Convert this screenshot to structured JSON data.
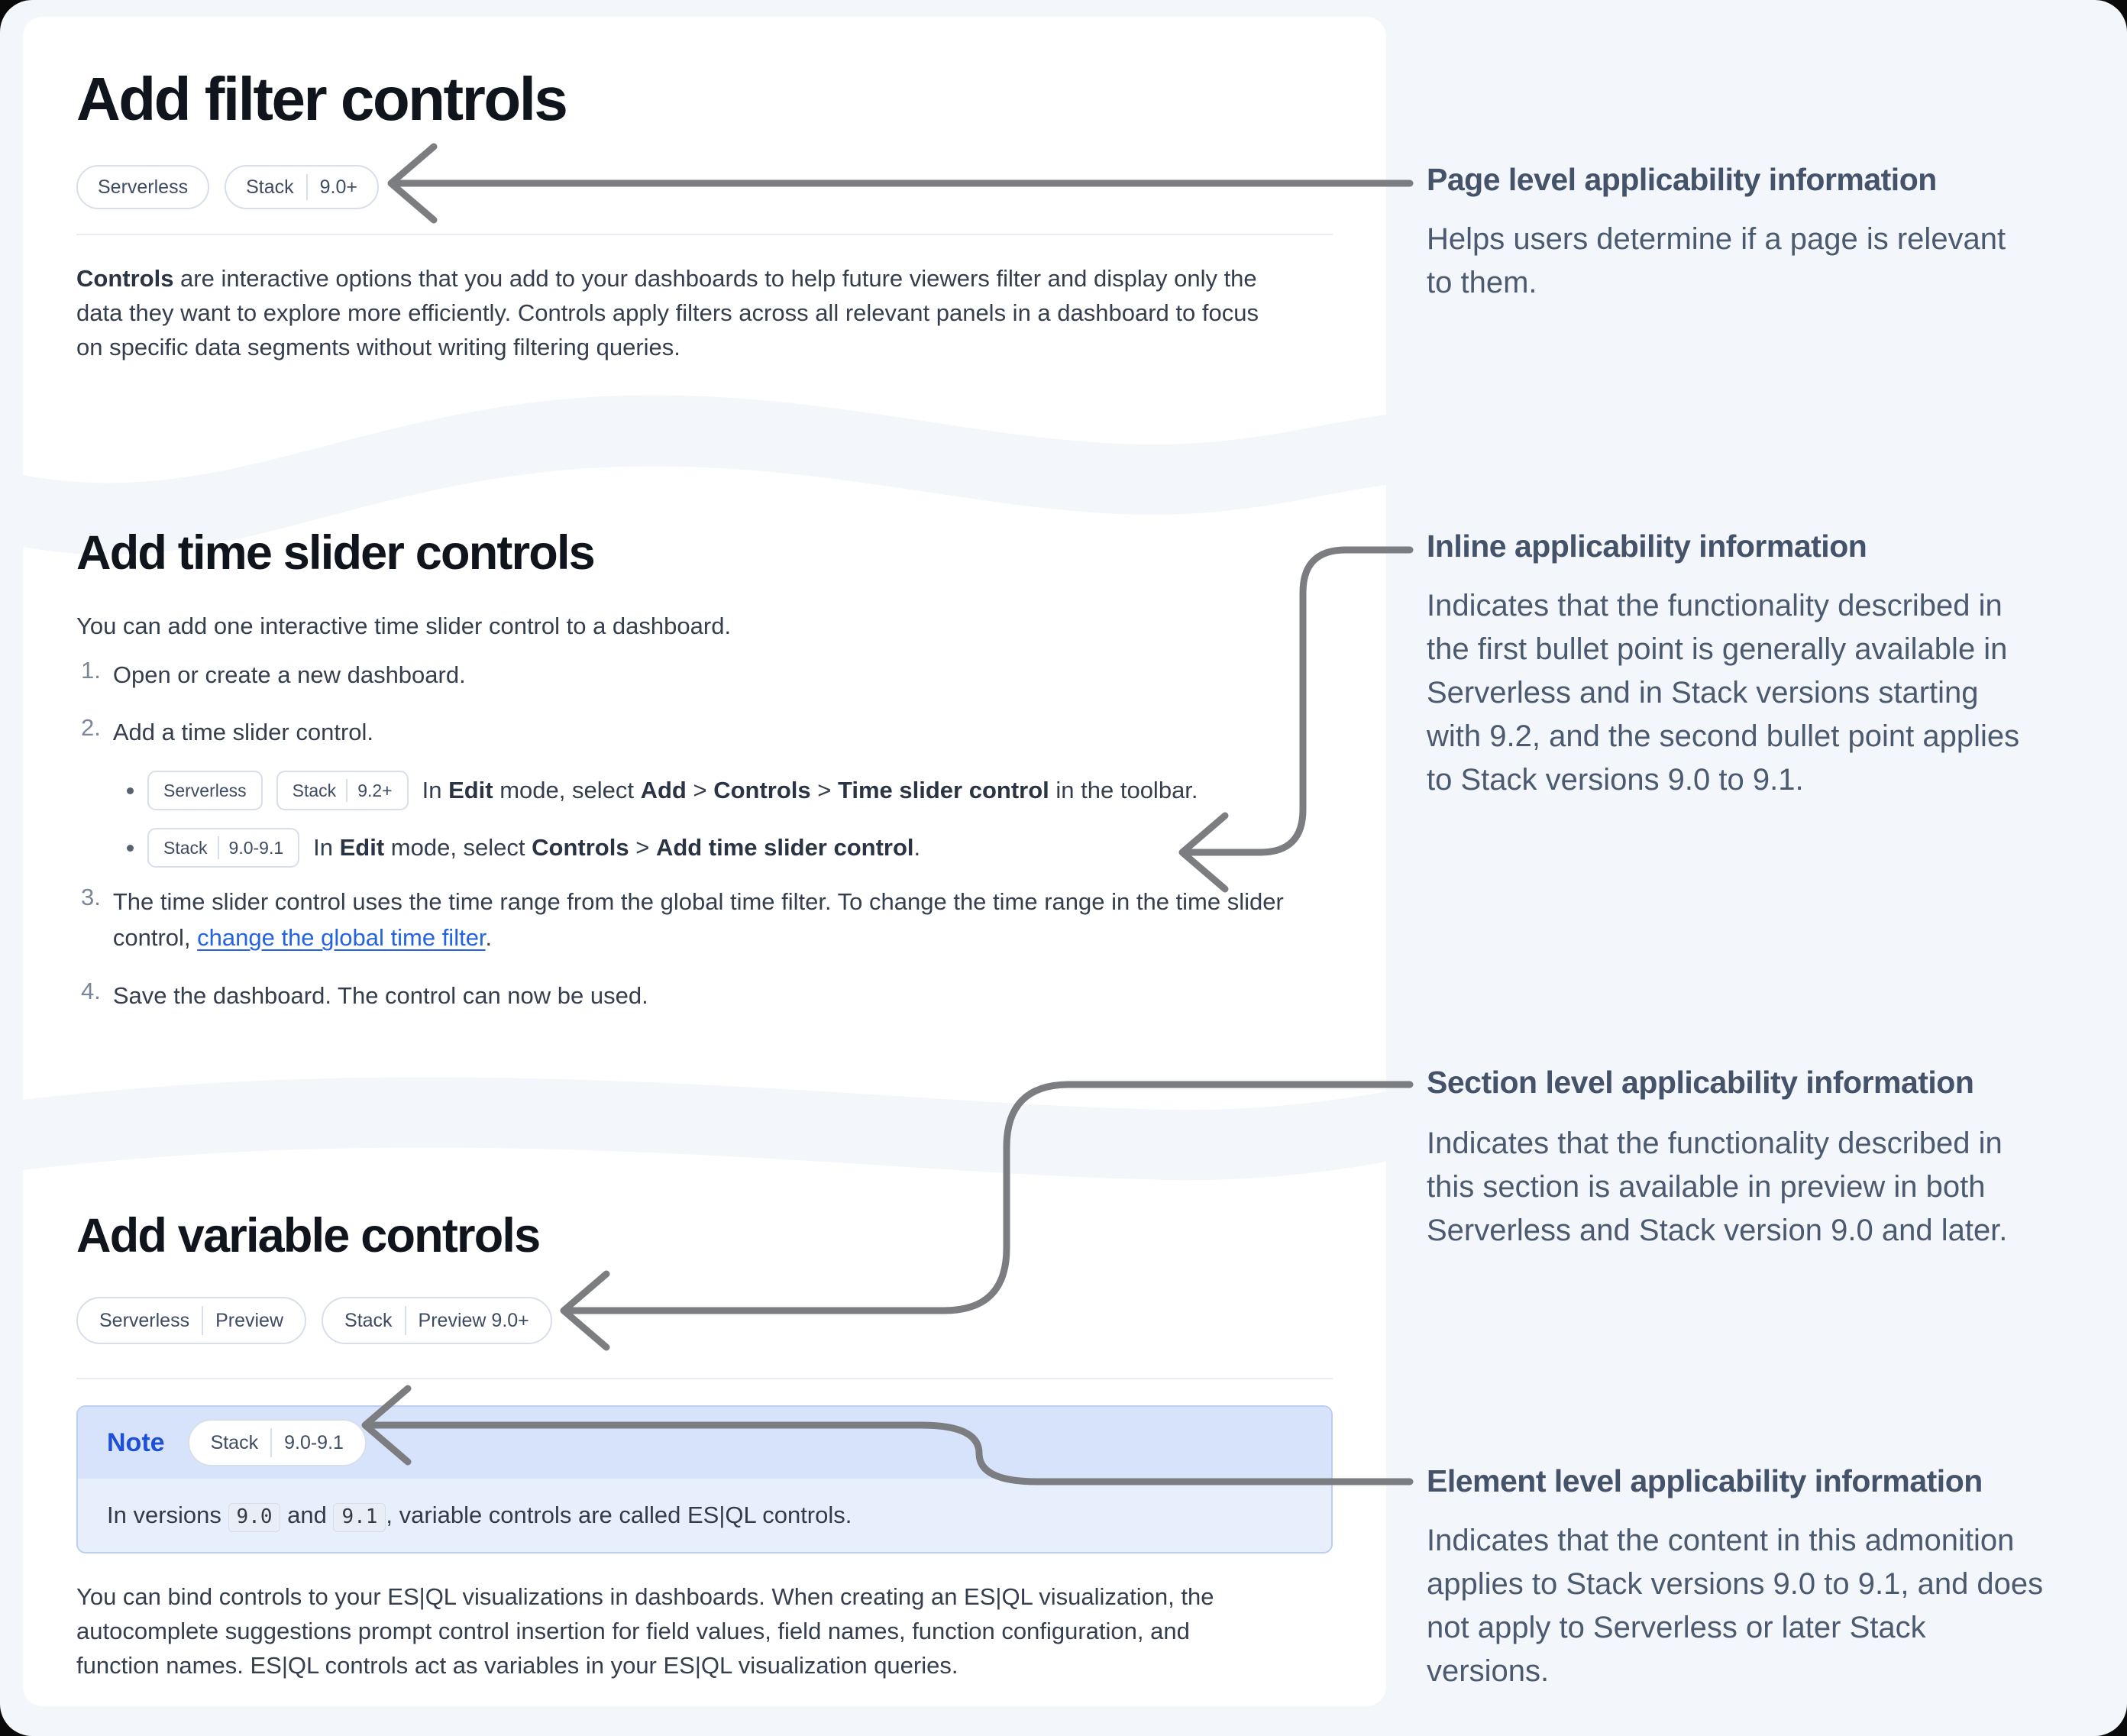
{
  "page": {
    "background": "#f3f6fb",
    "card_background": "#ffffff",
    "arrow_color": "#7b7d80",
    "link_color": "#2463e0",
    "note_border": "#bccff2",
    "note_header_bg": "#d7e3fb",
    "note_body_bg": "#e7eefc",
    "note_label_color": "#1d4fd8"
  },
  "sections": {
    "filter": {
      "title": "Add filter controls",
      "badges": [
        [
          "Serverless"
        ],
        [
          "Stack",
          "9.0+"
        ]
      ],
      "body": [
        {
          "k": "b",
          "v": "Controls"
        },
        {
          "k": "t",
          "v": " are interactive options that you add to your dashboards to help future viewers filter and display only the\ndata they want to explore more efficiently. Controls apply filters across all relevant panels in a dashboard to focus\non specific data segments without writing filtering queries."
        }
      ]
    },
    "time_slider": {
      "title": "Add time slider controls",
      "intro": "You can add one interactive time slider control to a dashboard.",
      "step1": {
        "num": "1.",
        "text": [
          {
            "k": "t",
            "v": "Open or create a new dashboard."
          }
        ]
      },
      "step2": {
        "num": "2.",
        "text": [
          {
            "k": "t",
            "v": "Add a time slider control."
          }
        ]
      },
      "bullet1": {
        "badges": [
          [
            "Serverless"
          ],
          [
            "Stack",
            "9.2+"
          ]
        ],
        "text": [
          {
            "k": "t",
            "v": "In "
          },
          {
            "k": "b",
            "v": "Edit"
          },
          {
            "k": "t",
            "v": " mode, select "
          },
          {
            "k": "b",
            "v": "Add"
          },
          {
            "k": "t",
            "v": " > "
          },
          {
            "k": "b",
            "v": "Controls"
          },
          {
            "k": "t",
            "v": " > "
          },
          {
            "k": "b",
            "v": "Time slider control"
          },
          {
            "k": "t",
            "v": " in the toolbar."
          }
        ]
      },
      "bullet2": {
        "badges": [
          [
            "Stack",
            "9.0-9.1"
          ]
        ],
        "text": [
          {
            "k": "t",
            "v": "In "
          },
          {
            "k": "b",
            "v": "Edit"
          },
          {
            "k": "t",
            "v": " mode, select "
          },
          {
            "k": "b",
            "v": "Controls"
          },
          {
            "k": "t",
            "v": " > "
          },
          {
            "k": "b",
            "v": "Add time slider control"
          },
          {
            "k": "t",
            "v": "."
          }
        ]
      },
      "step3": {
        "num": "3.",
        "text": [
          {
            "k": "t",
            "v": "The time slider control uses the time range from the global time filter. To change the time range in the time slider\ncontrol, "
          },
          {
            "k": "a",
            "v": "change the global time filter"
          },
          {
            "k": "t",
            "v": "."
          }
        ]
      },
      "step4": {
        "num": "4.",
        "text": [
          {
            "k": "t",
            "v": "Save the dashboard. The control can now be used."
          }
        ]
      }
    },
    "variable": {
      "title": "Add variable controls",
      "badges": [
        [
          "Serverless",
          "Preview"
        ],
        [
          "Stack",
          "Preview 9.0+"
        ]
      ],
      "note": {
        "label": "Note",
        "badge": [
          "Stack",
          "9.0-9.1"
        ],
        "body": [
          {
            "k": "t",
            "v": "In versions "
          },
          {
            "k": "c",
            "v": "9.0"
          },
          {
            "k": "t",
            "v": " and "
          },
          {
            "k": "c",
            "v": "9.1"
          },
          {
            "k": "t",
            "v": ", variable controls are called ES|QL controls."
          }
        ]
      },
      "body": "You can bind controls to your ES|QL visualizations in dashboards. When creating an ES|QL visualization, the\nautocomplete suggestions prompt control insertion for field values, field names, function configuration, and\nfunction names. ES|QL controls act as variables in your ES|QL visualization queries."
    }
  },
  "annotations": [
    {
      "title": "Page level applicability information",
      "body": "Helps users determine if a page is relevant\nto them."
    },
    {
      "title": "Inline applicability information",
      "body": "Indicates that the functionality described in\nthe first bullet point is generally available in\nServerless and in Stack versions starting\nwith 9.2, and the second bullet point applies\nto Stack versions 9.0 to 9.1."
    },
    {
      "title": "Section level applicability information",
      "body": "Indicates that the functionality described in\nthis section is available in preview in both\nServerless and Stack version 9.0 and later."
    },
    {
      "title": "Element level applicability information",
      "body": "Indicates that the content in this admonition\napplies to Stack versions 9.0 to 9.1, and does\nnot apply to Serverless or later Stack\nversions."
    }
  ]
}
